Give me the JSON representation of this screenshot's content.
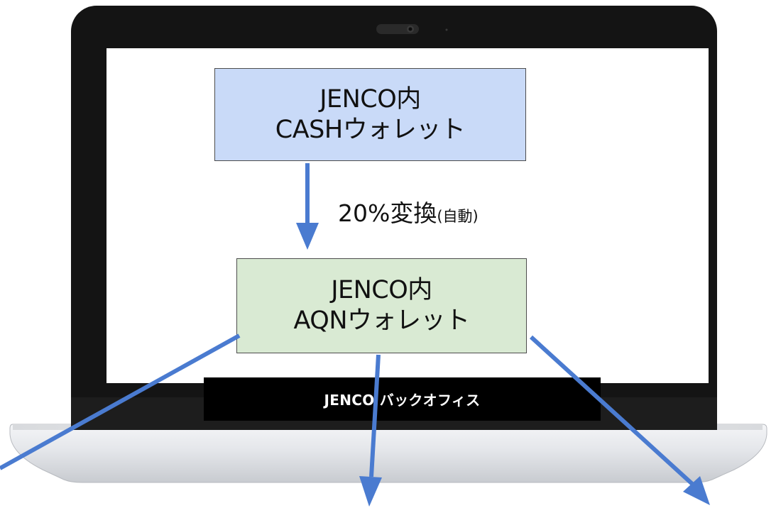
{
  "nodes": {
    "cash_wallet": {
      "line1": "JENCO内",
      "line2": "CASHウォレット"
    },
    "aqn_wallet": {
      "line1": "JENCO内",
      "line2": "AQNウォレット"
    }
  },
  "edges": {
    "conversion": {
      "main": "20%変換",
      "sub": "(自動)"
    }
  },
  "footer": {
    "label": "JENCO バックオフィス"
  },
  "colors": {
    "cash_box_fill": "#c9daf8",
    "aqn_box_fill": "#d9ead3",
    "arrow": "#4a7bd0",
    "laptop_bezel": "#141414",
    "footer_bar": "#000000"
  }
}
